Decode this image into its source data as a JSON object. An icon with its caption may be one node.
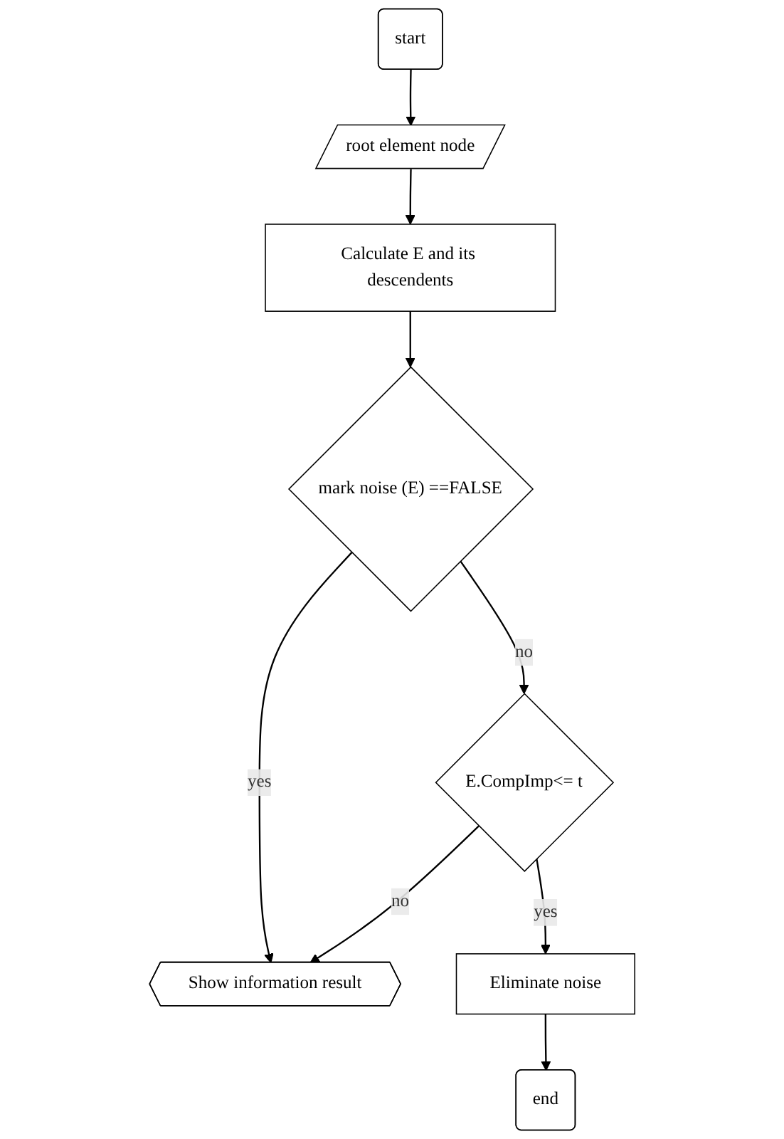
{
  "diagram": {
    "nodes": [
      {
        "text": [
          "start"
        ]
      },
      {
        "text": [
          "root element node"
        ]
      },
      {
        "text": [
          "Calculate E and its descendents"
        ]
      },
      {
        "text": [
          "mark noise (E) ==FALSE"
        ]
      },
      {
        "text": [
          "E.CompImp<= t"
        ]
      },
      {
        "text": [
          "Eliminate noise"
        ]
      },
      {
        "text": [
          "Show information result"
        ]
      },
      {
        "text": [
          "end"
        ]
      }
    ],
    "edges": [
      {
        "from": 0,
        "to": 1,
        "arrow": "to"
      },
      {
        "from": 1,
        "to": 2,
        "arrow": "to"
      },
      {
        "from": 2,
        "to": 3,
        "arrow": "to"
      },
      {
        "from": 3,
        "to": 6,
        "arrow": "to",
        "label": "yes"
      },
      {
        "from": 3,
        "to": 4,
        "arrow": "to",
        "label": "no"
      },
      {
        "from": 4,
        "to": 6,
        "arrow": "to",
        "label": "no"
      },
      {
        "from": 4,
        "to": 5,
        "arrow": "to",
        "label": "yes"
      },
      {
        "from": 5,
        "to": 7,
        "arrow": "to"
      }
    ]
  }
}
